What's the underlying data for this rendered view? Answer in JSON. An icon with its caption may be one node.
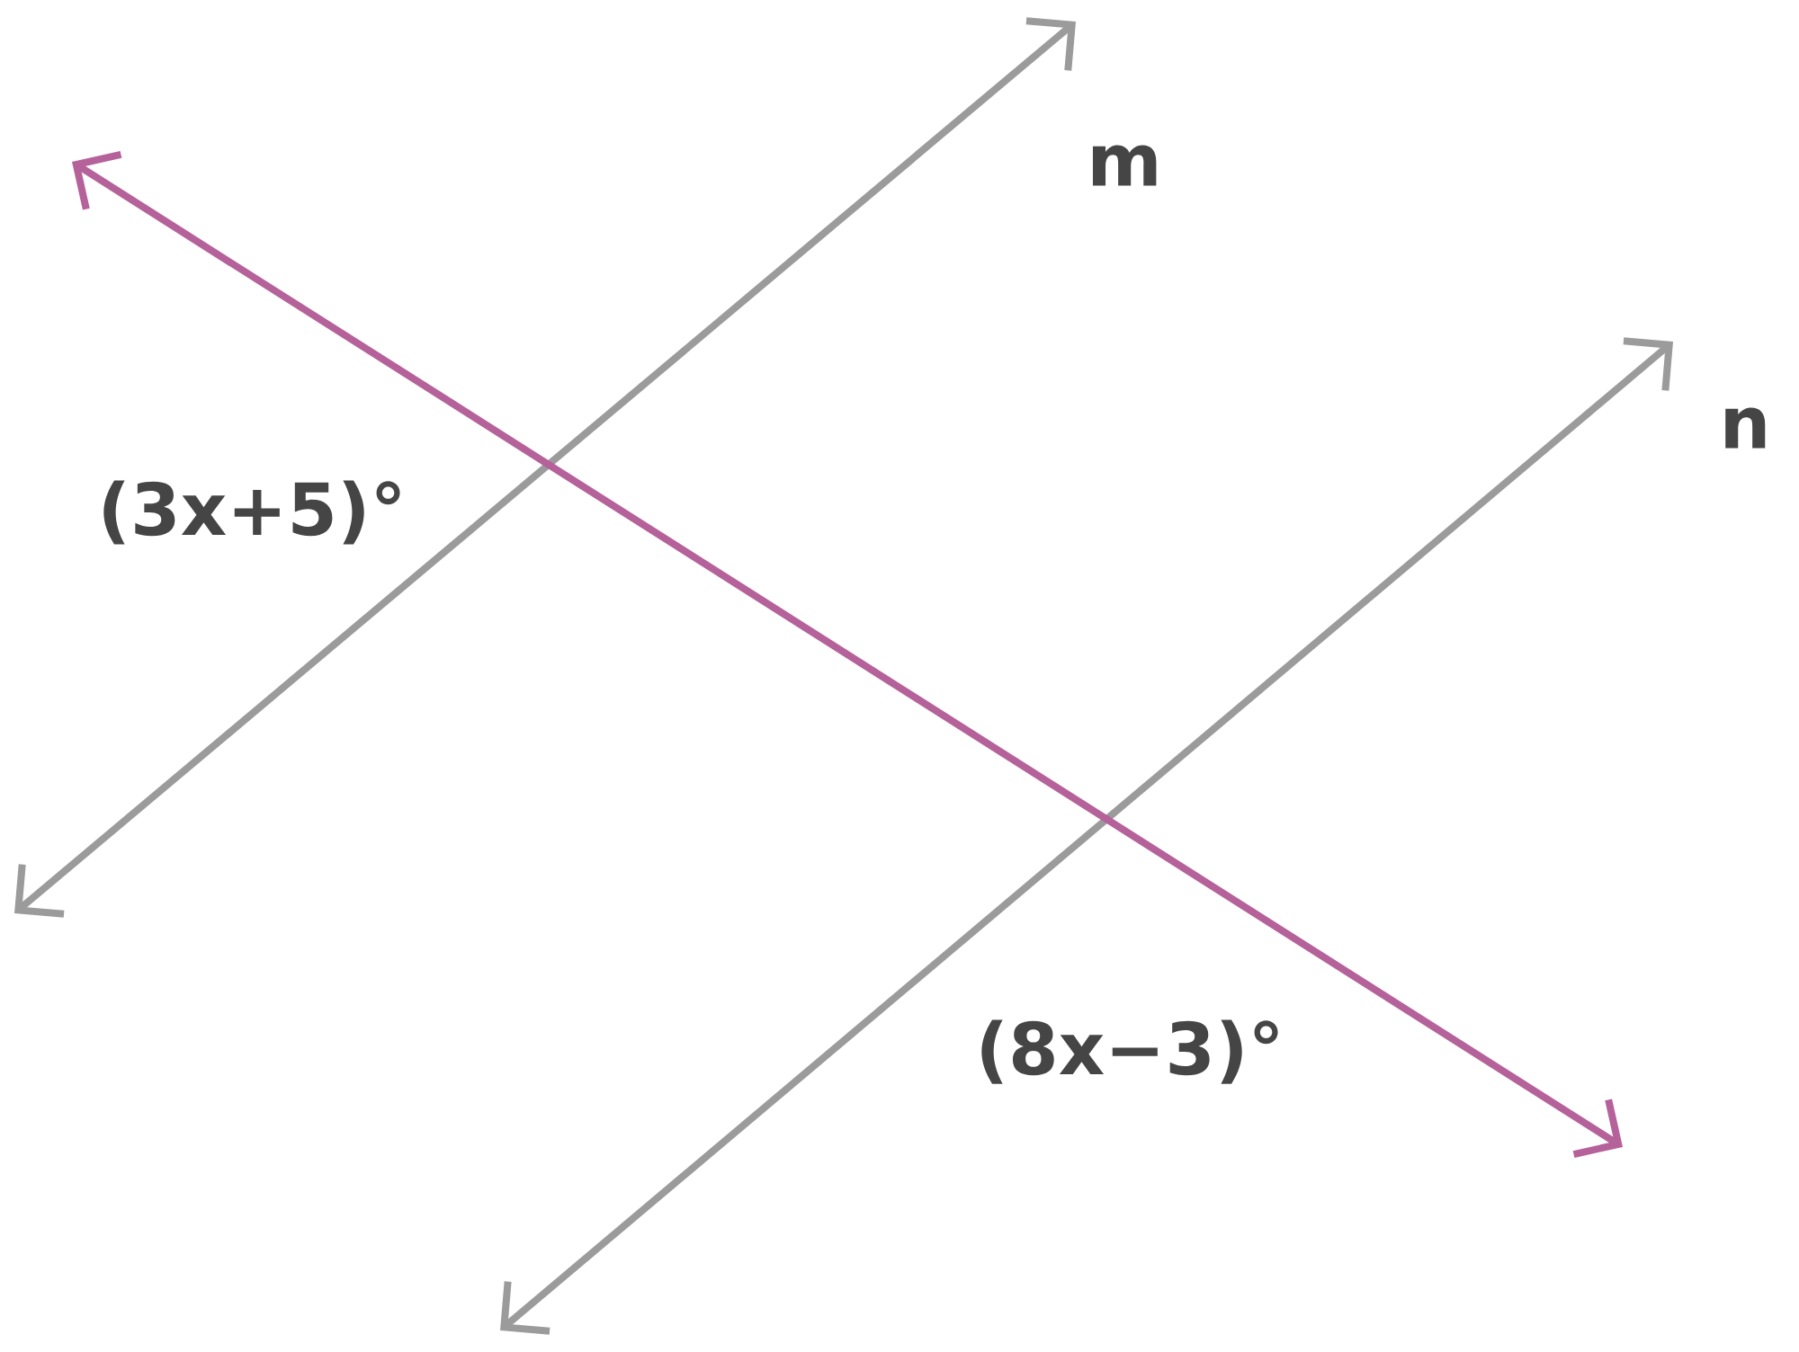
{
  "diagram": {
    "labels": [
      "m",
      "n",
      "(3x+5)°",
      "(8x−3)°"
    ]
  }
}
